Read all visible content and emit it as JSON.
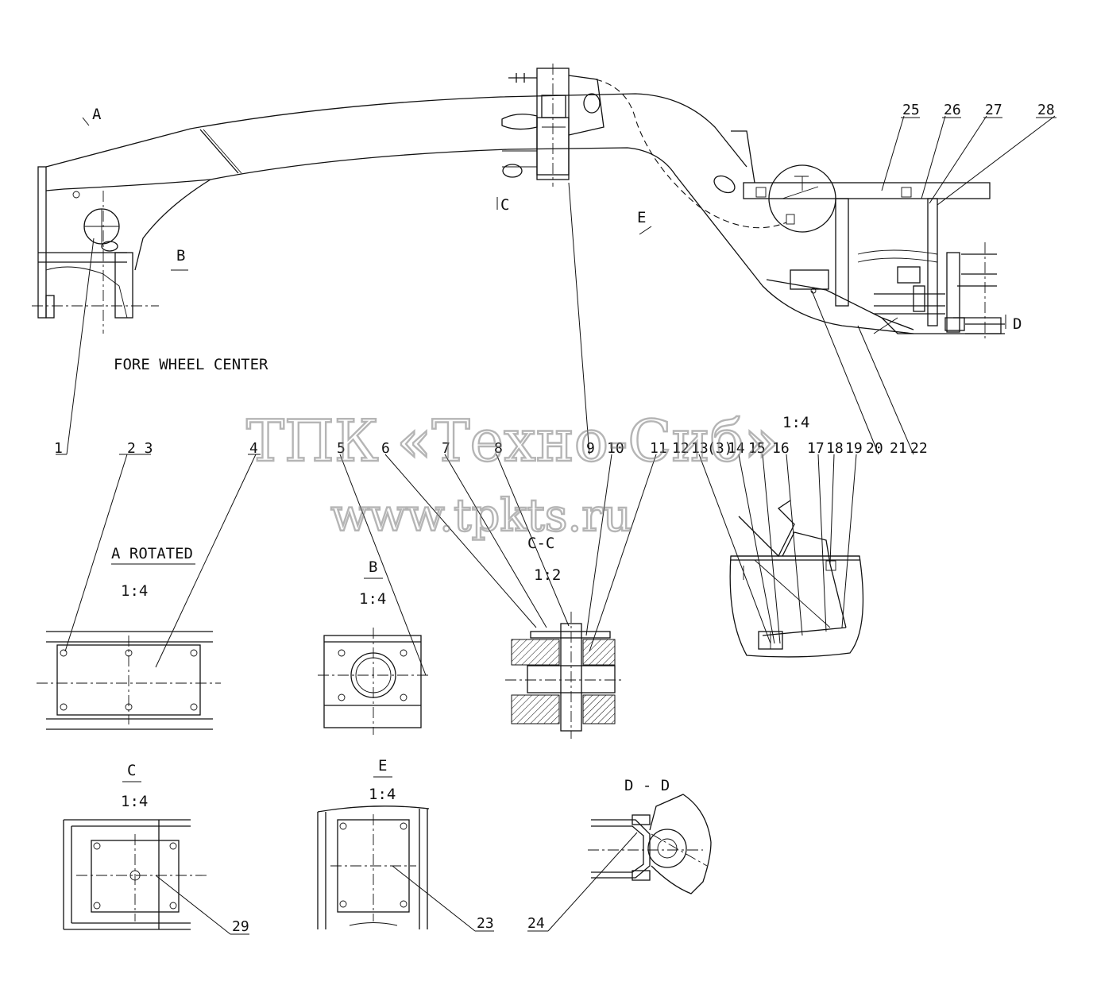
{
  "labels": {
    "view_a": "A",
    "view_b": "B",
    "view_c": "C",
    "view_d": "D",
    "view_e": "E",
    "fore_wheel_center": "FORE WHEEL CENTER",
    "scale_1_4_top": "1:4",
    "a_rotated": "A ROTATED",
    "a_rotated_scale": "1:4",
    "b_title": "B",
    "b_scale": "1:4",
    "cc_title": "C-C",
    "cc_scale": "1:2",
    "c_title": "C",
    "c_scale": "1:4",
    "e_title": "E",
    "e_scale": "1:4",
    "dd_title": "D - D"
  },
  "part_numbers": {
    "top_row": [
      "1",
      "2 3",
      "4",
      "5",
      "6",
      "7",
      "8",
      "9",
      "10",
      "11",
      "12",
      "13",
      "(3)",
      "14",
      "15",
      "16",
      "17",
      "18",
      "19",
      "20",
      "21",
      "22"
    ],
    "upper_right": [
      "25",
      "26",
      "27",
      "28"
    ],
    "bottom": [
      "29",
      "23",
      "24"
    ]
  },
  "watermark": {
    "line1": "ТПК «Техно-Сиб»",
    "line2": "www.tpkts.ru"
  }
}
